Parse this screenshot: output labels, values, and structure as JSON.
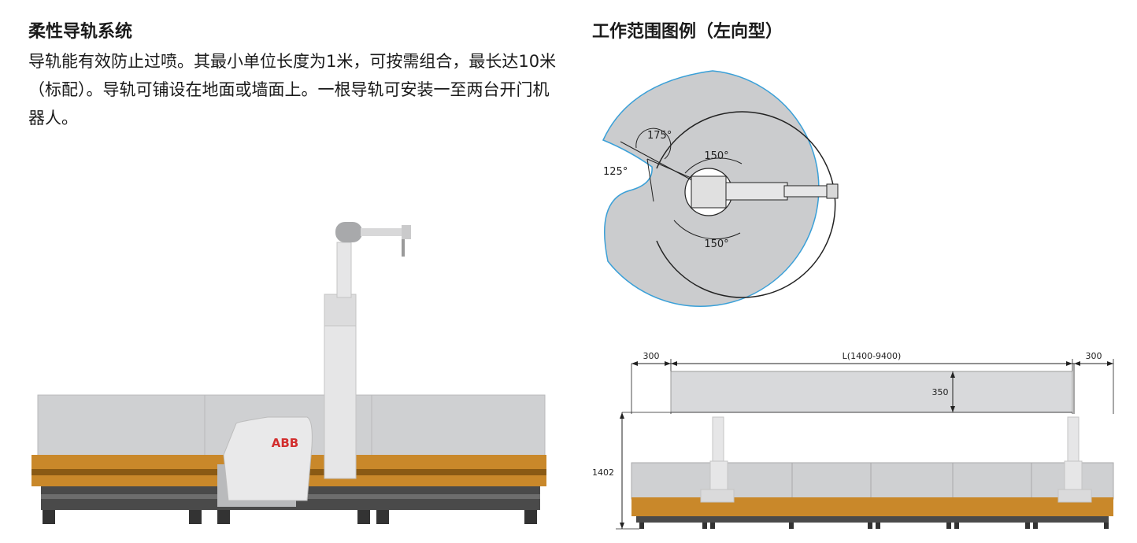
{
  "left": {
    "title": "柔性导轨系统",
    "body": "导轨能有效防止过喷。其最小单位长度为1米，可按需组合，最长达10米（标配）。导轨可铺设在地面或墙面上。一根导轨可安装一至两台开门机器人。"
  },
  "right": {
    "title": "工作范围图例（左向型）",
    "work_range": {
      "angle_top": "175°",
      "angle_left": "125°",
      "angle_inner_top": "150°",
      "angle_inner_bottom": "150°"
    },
    "dimensions": {
      "left_margin": "300",
      "length": "L(1400-9400)",
      "right_margin": "300",
      "height_box": "350",
      "total_height": "1402"
    }
  },
  "robot": {
    "logo": "ABB"
  },
  "colors": {
    "rail_orange": "#c9882a",
    "panel_gray": "#cfd0d2",
    "range_fill": "#cbccce",
    "range_outline": "#3aa0d8"
  }
}
